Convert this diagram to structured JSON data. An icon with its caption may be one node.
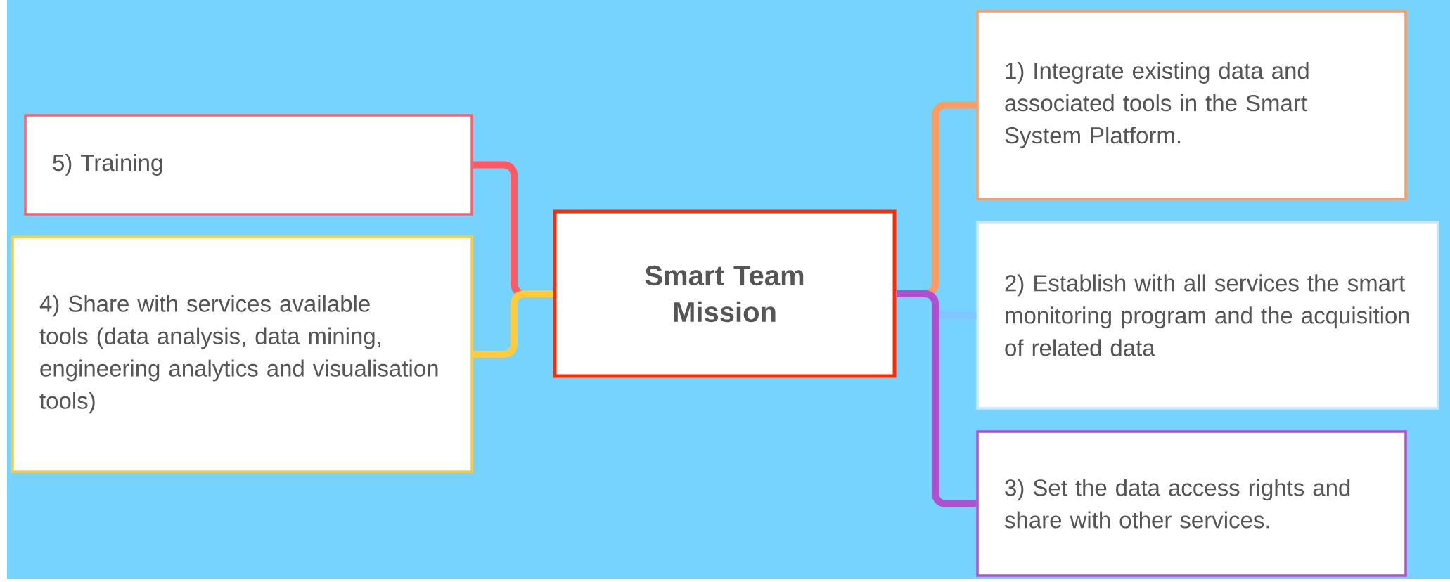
{
  "diagram": {
    "nodes": [
      {
        "text": [
          "Smart Team Mission"
        ]
      },
      {
        "text": [
          "1) Integrate existing data and associated tools in the Smart System Platform."
        ]
      },
      {
        "text": [
          "2) Establish with all services the smart monitoring program and the acquisition of related data"
        ]
      },
      {
        "text": [
          "3) Set the data access rights and share with other services."
        ]
      },
      {
        "text": [
          "5) Training"
        ]
      },
      {
        "text": [
          "4) Share with services available tools (data analysis, data mining, engineering analytics and visualisation tools)"
        ]
      }
    ],
    "edges": [
      {
        "from": 0,
        "to": 1,
        "arrow": "none",
        "color": "#ff9b5e"
      },
      {
        "from": 0,
        "to": 2,
        "arrow": "none",
        "color": "#7fc6ff"
      },
      {
        "from": 0,
        "to": 3,
        "arrow": "none",
        "color": "#b04fcf"
      },
      {
        "from": 0,
        "to": 4,
        "arrow": "none",
        "color": "#ff5a63"
      },
      {
        "from": 0,
        "to": 5,
        "arrow": "none",
        "color": "#ffcb38"
      }
    ]
  }
}
